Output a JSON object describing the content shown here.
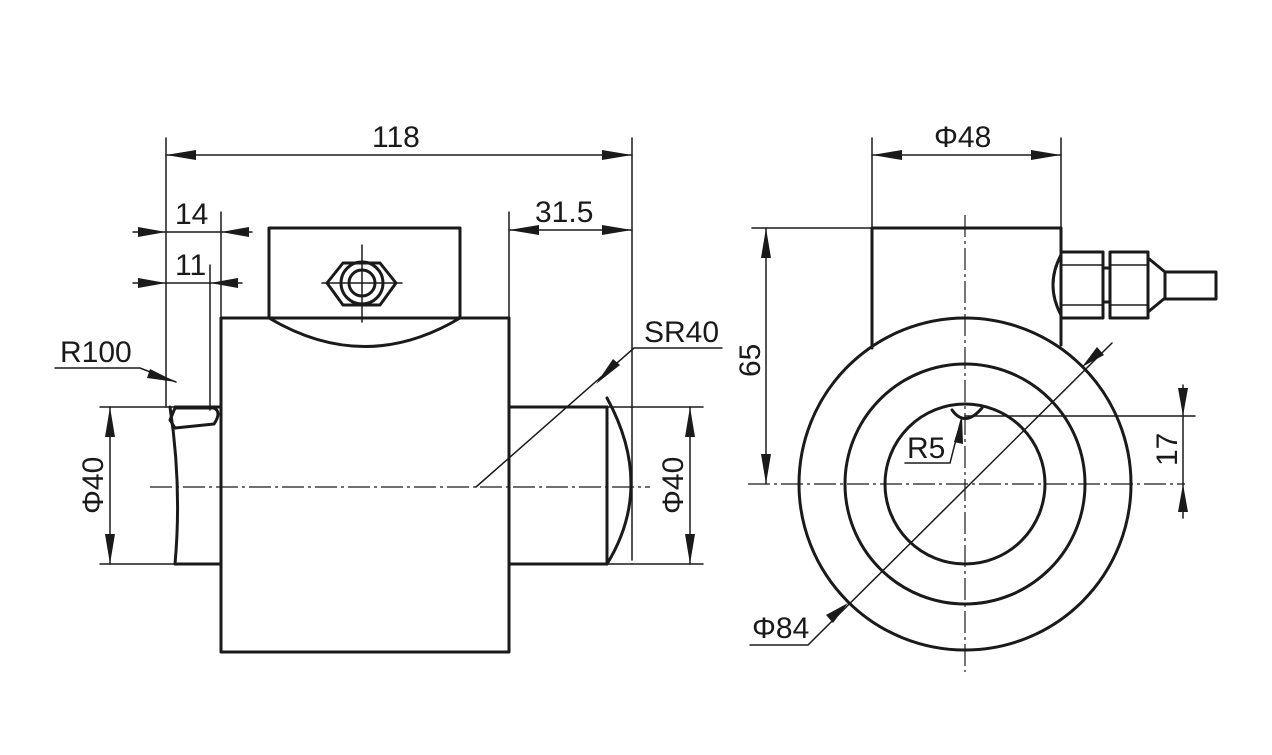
{
  "labels": {
    "overall_length": "118",
    "left_step_outer": "14",
    "left_step_inner": "11",
    "right_stub": "31.5",
    "left_radius": "R100",
    "sphere_radius": "SR40",
    "left_diameter": "Φ40",
    "right_diameter": "Φ40",
    "top_diameter": "Φ48",
    "height": "65",
    "small_radius": "R5",
    "offset": "17",
    "outer_diameter": "Φ84"
  }
}
